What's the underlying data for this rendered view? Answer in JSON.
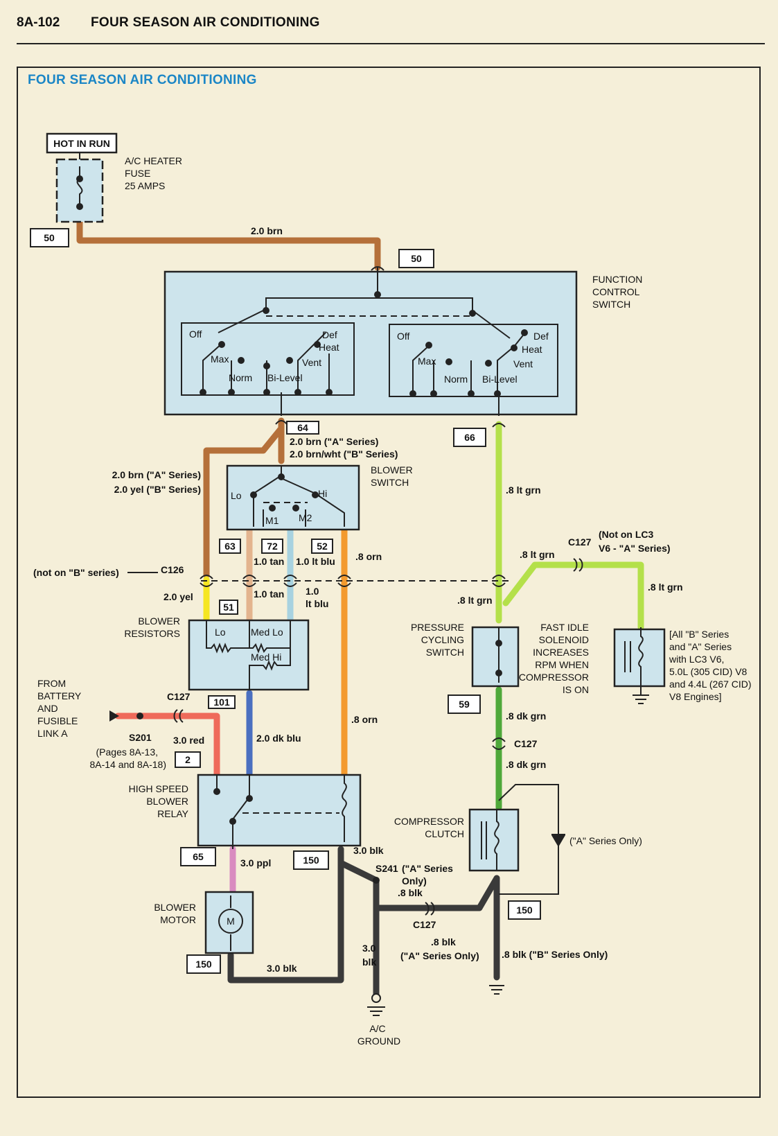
{
  "header": {
    "page_number": "8A-102",
    "title": "FOUR SEASON AIR CONDITIONING"
  },
  "diagram": {
    "title": "FOUR SEASON AIR CONDITIONING",
    "components": {
      "hot_in_run": "HOT IN RUN",
      "fuse": {
        "line1": "A/C HEATER",
        "line2": "FUSE",
        "line3": "25 AMPS"
      },
      "function_control_switch": {
        "line1": "FUNCTION",
        "line2": "CONTROL",
        "line3": "SWITCH"
      },
      "left_switch": {
        "off": "Off",
        "max": "Max",
        "norm": "Norm",
        "bilevel": "Bi-Level",
        "vent": "Vent",
        "heat": "Heat",
        "def": "Def"
      },
      "right_switch": {
        "off": "Off",
        "max": "Max",
        "norm": "Norm",
        "bilevel": "Bi-Level",
        "vent": "Vent",
        "heat": "Heat",
        "def": "Def"
      },
      "blower_switch": {
        "line1": "BLOWER",
        "line2": "SWITCH",
        "lo": "Lo",
        "hi": "Hi",
        "m1": "M1",
        "m2": "M2"
      },
      "blower_resistors": {
        "line1": "BLOWER",
        "line2": "RESISTORS",
        "lo": "Lo",
        "med_lo": "Med Lo",
        "med_hi": "Med Hi"
      },
      "pressure_cycling_switch": {
        "line1": "PRESSURE",
        "line2": "CYCLING",
        "line3": "SWITCH"
      },
      "fast_idle_solenoid": {
        "name1": "FAST IDLE",
        "name2": "SOLENOID",
        "note1": "INCREASES",
        "note2": "RPM WHEN",
        "note3": "COMPRESSOR",
        "note4": "IS ON",
        "applic1": "[All \"B\" Series",
        "applic2": "and \"A\" Series",
        "applic3": "with LC3 V6,",
        "applic4": "5.0L (305 CID) V8",
        "applic5": "and 4.4L (267 CID)",
        "applic6": "V8 Engines]"
      },
      "battery": {
        "line1": "FROM",
        "line2": "BATTERY",
        "line3": "AND",
        "line4": "FUSIBLE",
        "line5": "LINK A"
      },
      "high_speed_blower_relay": {
        "line1": "HIGH SPEED",
        "line2": "BLOWER",
        "line3": "RELAY"
      },
      "blower_motor": {
        "line1": "BLOWER",
        "line2": "MOTOR",
        "symbol": "M"
      },
      "compressor_clutch": {
        "line1": "COMPRESSOR",
        "line2": "CLUTCH"
      },
      "diode_note": "(\"A\" Series Only)",
      "ac_ground": {
        "line1": "A/C",
        "line2": "GROUND"
      }
    },
    "circuits": {
      "c50a": "50",
      "c50b": "50",
      "c64": "64",
      "c66": "66",
      "c63": "63",
      "c72": "72",
      "c52": "52",
      "c51": "51",
      "c101": "101",
      "c2": "2",
      "c59": "59",
      "c65": "65",
      "c150a": "150",
      "c150b": "150",
      "c150c": "150"
    },
    "wires": {
      "w_2brn": "2.0 brn",
      "w_64a": "2.0 brn (\"A\" Series)",
      "w_64b": "2.0 brn/wht (\"B\" Series)",
      "w_63a": "2.0 brn (\"A\" Series)",
      "w_63b": "2.0 yel (\"B\" Series)",
      "w_66": ".8 lt grn",
      "w_tan_upper": "1.0 tan",
      "w_ltblu_upper": "1.0 lt blu",
      "w_orn_upper": ".8 orn",
      "w_ltgrn_c127": ".8 lt grn",
      "w_notlc3_1": "(Not on LC3",
      "w_notlc3_2": "V6 - \"A\" Series)",
      "w_ltgrn_right": ".8 lt grn",
      "w_ltgrn_lower": ".8 lt grn",
      "w_yel": "2.0 yel",
      "w_tan_lower": "1.0 tan",
      "w_ltblu_lower1": "1.0",
      "w_ltblu_lower2": "lt blu",
      "w_orn_lower": ".8 orn",
      "w_dkblu": "2.0 dk blu",
      "w_red": "3.0 red",
      "w_dkgrn1": ".8 dk grn",
      "w_dkgrn2": ".8 dk grn",
      "w_ppl": "3.0 ppl",
      "w_blk_relay": "3.0 blk",
      "w_blk_motor": "3.0 blk",
      "w_blk_ground1": "3.0",
      "w_blk_ground2": "blk",
      "w_blk_s241": ".8 blk",
      "w_blk_c127": ".8 blk",
      "w_blk_c127_note": "(\"A\" Series Only)",
      "w_blk_b": ".8 blk (\"B\" Series Only)"
    },
    "connectors": {
      "c126": "C126",
      "c126_note": "(not on \"B\" series)",
      "c127_top": "C127",
      "c127_dkgrn": "C127",
      "c127_red": "C127",
      "c127_blk": "C127",
      "s201": "S201",
      "s201_pages1": "(Pages 8A-13,",
      "s201_pages2": "8A-14 and 8A-18)",
      "s241": "S241",
      "s241_note1": "(\"A\" Series",
      "s241_note2": "Only)"
    }
  },
  "colors": {
    "brn": "#b5703a",
    "yel": "#f5e622",
    "tan": "#e3b48e",
    "ltblu": "#a8d2e0",
    "orn": "#f39a2e",
    "ltgrn": "#b4e04a",
    "dkgrn": "#4fa83a",
    "dkblu": "#4a6fc0",
    "red": "#ef6a5a",
    "ppl": "#d98bc0",
    "blk": "#3a3a3a",
    "title_blue": "#1b86c6"
  }
}
